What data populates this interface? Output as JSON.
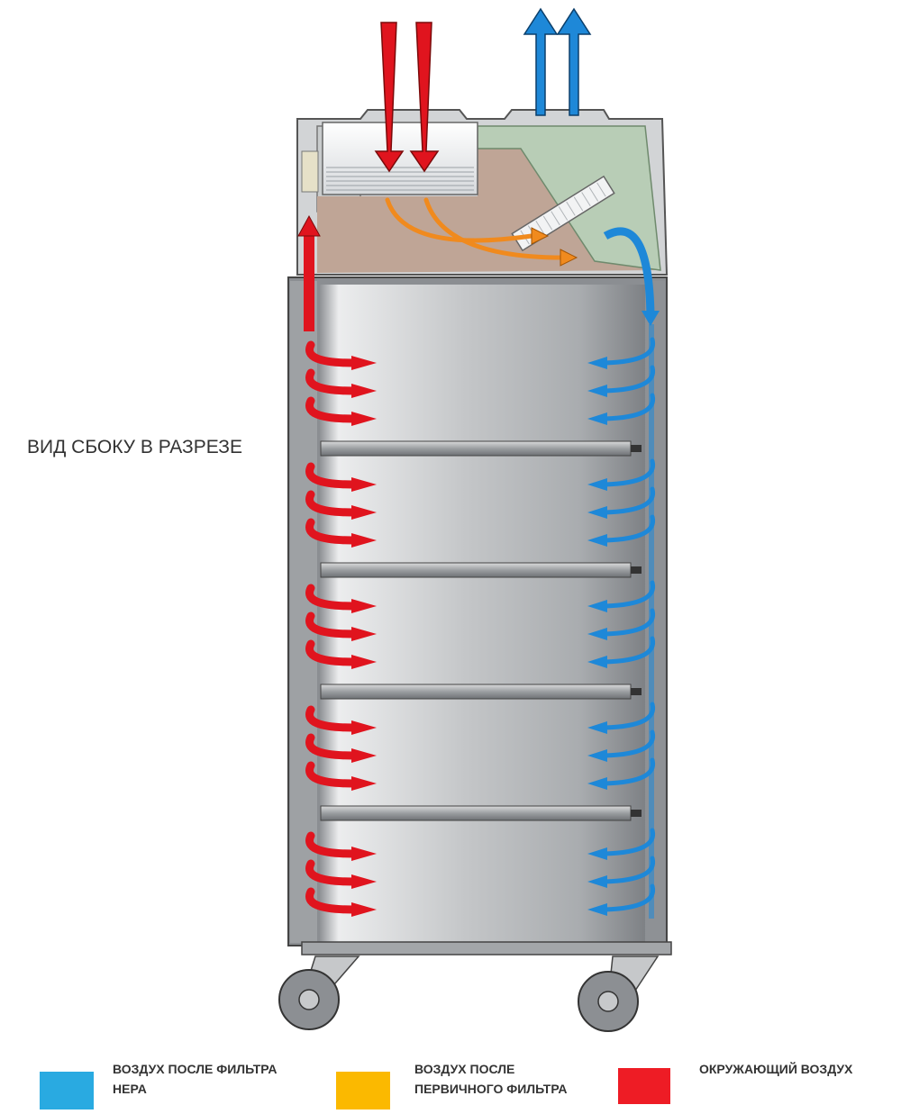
{
  "diagram": {
    "side_view_label": "ВИД СБОКУ В РАЗРЕЗЕ",
    "shelf_count": 4,
    "air_zones": 5,
    "colors": {
      "hepa_air": "#1e88d8",
      "prefilter_air": "#f08a1e",
      "ambient_air": "#e0141e",
      "cabinet_steel": "#b9bcbf",
      "filter_chamber": "#bfa596",
      "clean_chamber": "#b8cdb6"
    }
  },
  "legend": [
    {
      "color": "#29aae1",
      "label_line1": "ВОЗДУХ ПОСЛЕ ФИЛЬТРА",
      "label_line2": "HEPA"
    },
    {
      "color": "#fbb900",
      "label_line1": "ВОЗДУХ ПОСЛЕ",
      "label_line2": "ПЕРВИЧНОГО ФИЛЬТРА"
    },
    {
      "color": "#ee1c25",
      "label_line1": "ОКРУЖАЮЩИЙ ВОЗДУХ",
      "label_line2": ""
    }
  ]
}
